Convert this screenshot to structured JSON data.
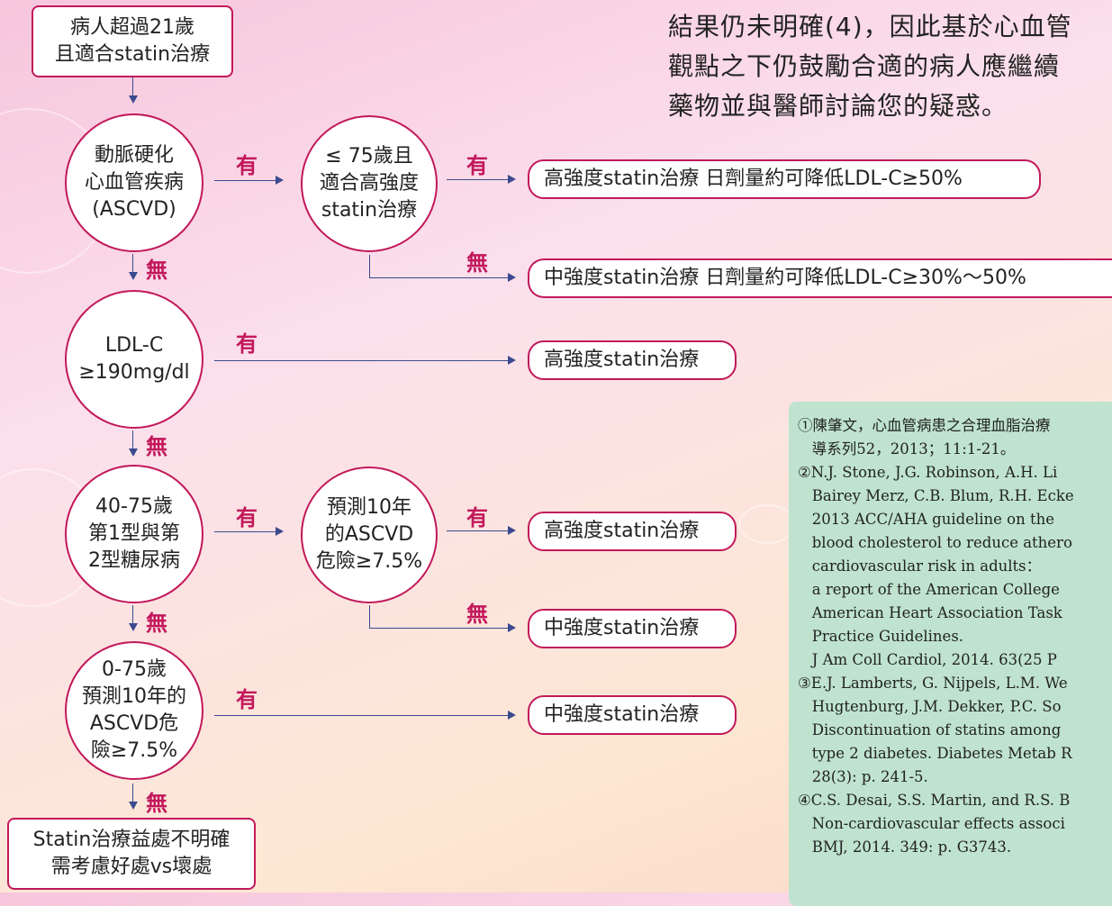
{
  "top_note": {
    "lines": [
      "結果仍未明確(4)，因此基於心血管",
      "觀點之下仍鼓勵合適的病人應繼續",
      "藥物並與醫師討論您的疑惑。"
    ]
  },
  "nodes": {
    "start": [
      "病人超過21歲",
      "且適合statin治療"
    ],
    "ascvd": [
      "動脈硬化",
      "心血管疾病",
      "(ASCVD)"
    ],
    "age75": [
      "≤ 75歲且",
      "適合高強度",
      "statin治療"
    ],
    "ldl": [
      "LDL-C",
      "≥190mg/dl"
    ],
    "diabetes": [
      "40-75歲",
      "第1型與第",
      "2型糖尿病"
    ],
    "risk10": [
      "預測10年",
      "的ASCVD",
      "危險≥7.5%"
    ],
    "age0_75": [
      "0-75歲",
      "預測10年的",
      "ASCVD危",
      "險≥7.5%"
    ],
    "end": [
      "Statin治療益處不明確",
      "需考慮好處vs壞處"
    ]
  },
  "outcomes": {
    "high_50": "高強度statin治療  日劑量約可降低LDL-C≥50%",
    "mid_30_50": "中強度statin治療  日劑量約可降低LDL-C≥30%～50%",
    "high": "高強度statin治療",
    "mid": "中強度statin治療"
  },
  "labels": {
    "yes": "有",
    "no": "無"
  },
  "references": [
    "①陳肇文，心血管病患之合理血脂治療",
    "   導系列52，2013；11:1-21。",
    "②N.J. Stone, J.G. Robinson, A.H. Li",
    "   Bairey Merz, C.B. Blum, R.H. Ecke",
    "   2013 ACC/AHA guideline on the",
    "   blood cholesterol to reduce athero",
    "   cardiovascular risk in adults：",
    "   a report of the American College",
    "   American Heart Association Task",
    "   Practice Guidelines.",
    "   J Am Coll Cardiol, 2014. 63(25 P",
    "③E.J. Lamberts, G. Nijpels, L.M. We",
    "   Hugtenburg, J.M. Dekker, P.C. So",
    "   Discontinuation of statins among",
    "   type 2 diabetes. Diabetes Metab R",
    "   28(3): p. 241-5.",
    "④C.S. Desai, S.S. Martin, and R.S. B",
    "   Non-cardiovascular effects associ",
    "   BMJ, 2014. 349: p. G3743."
  ]
}
